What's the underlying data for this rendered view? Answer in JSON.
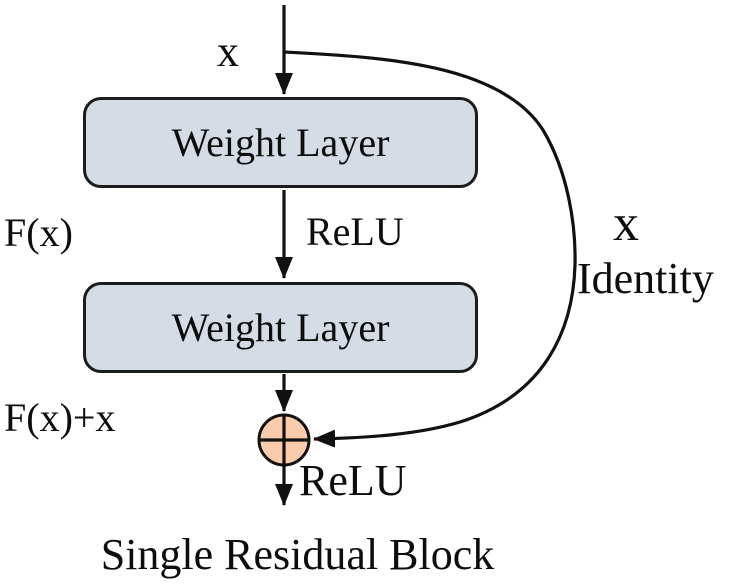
{
  "diagram": {
    "title": "Single Residual Block",
    "labels": {
      "input": "x",
      "fx": "F(x)",
      "relu_mid": "ReLU",
      "identity_x": "x",
      "identity": "Identity",
      "fx_plus_x": "F(x)+x",
      "relu_out": "ReLU"
    },
    "boxes": [
      {
        "label": "Weight Layer"
      },
      {
        "label": "Weight Layer"
      }
    ],
    "icons": {
      "sum_node": "circled-plus"
    },
    "colors": {
      "background": "#FFFFFF",
      "box_fill": "#D6DCE5",
      "box_border": "#1C1C1C",
      "sum_fill": "#F8CBAD",
      "line": "#111111",
      "text": "#0D0D0D"
    }
  }
}
